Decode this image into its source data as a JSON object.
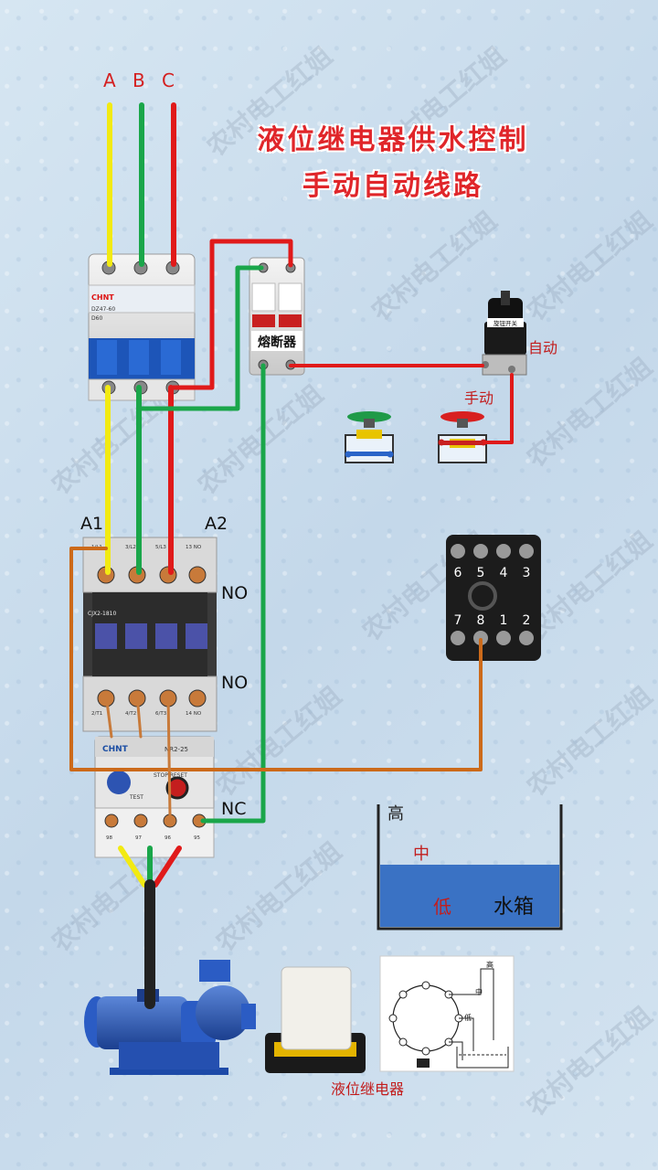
{
  "title": {
    "line1": "液位继电器供水控制",
    "line2": "手动自动线路"
  },
  "phases": {
    "a": "A",
    "b": "B",
    "c": "C"
  },
  "breaker": {
    "brand": "CHNT",
    "model": "DZ47-60",
    "rating": "D60"
  },
  "fuse": {
    "label": "熔断器"
  },
  "selector": {
    "cap_label": "旋钮开关",
    "auto": "自动",
    "manual": "手动"
  },
  "contactor": {
    "a1": "A1",
    "a2": "A2",
    "model": "CJX2-1810",
    "no_top": "NO",
    "no_bottom": "NO",
    "top_terminals": [
      "1/L1",
      "3/L2",
      "5/L3",
      "13 NO"
    ],
    "bottom_terminals": [
      "2/T1",
      "4/T2",
      "6/T3",
      "14 NO"
    ]
  },
  "overload": {
    "brand": "CHNT",
    "model": "NR2-25",
    "nc": "NC",
    "stop_reset": "STOP RESET",
    "test": "TEST",
    "terminals": [
      "98",
      "97",
      "96",
      "95"
    ]
  },
  "relay_base": {
    "top_pins": [
      "6",
      "5",
      "4",
      "3"
    ],
    "bottom_pins": [
      "7",
      "8",
      "1",
      "2"
    ]
  },
  "tank": {
    "high": "高",
    "mid": "中",
    "low": "低",
    "name": "水箱"
  },
  "level_relay": {
    "label": "液位继电器",
    "schematic_high": "高",
    "schematic_mid": "中",
    "schematic_low": "低"
  },
  "watermark": "农村电工红姐",
  "colors": {
    "phase_a": "#f2ea12",
    "phase_b": "#1aa64a",
    "phase_c": "#e01a1a",
    "control": "#cc6a1a"
  }
}
